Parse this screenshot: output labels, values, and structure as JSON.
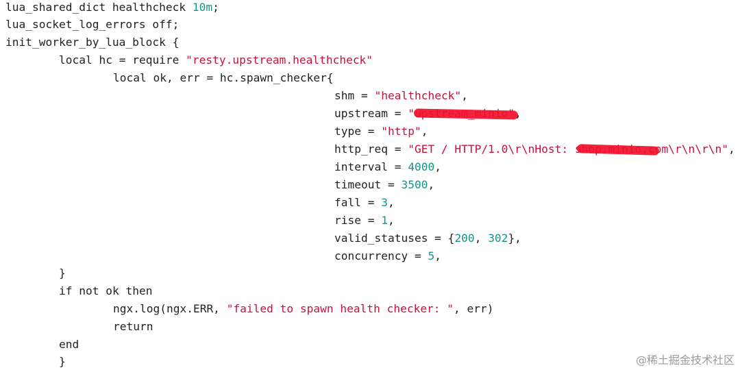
{
  "code": {
    "l1": {
      "a": "lua_shared_dict healthcheck ",
      "b": "10m",
      "c": ";"
    },
    "l2": {
      "a": "lua_socket_log_errors off;"
    },
    "l3": {
      "a": "init_worker_by_lua_block {"
    },
    "l4": {
      "a": "local hc = require ",
      "b": "\"resty.upstream.healthcheck\""
    },
    "l5": {
      "a": "local ok, err = hc.spawn_checker{"
    },
    "l6": {
      "a": "shm = ",
      "b": "\"healthcheck\"",
      "c": ","
    },
    "l7": {
      "a": "upstream = ",
      "b": "\"upstream_minio\"",
      "c": ","
    },
    "l8": {
      "a": "type = ",
      "b": "\"http\"",
      "c": ","
    },
    "l9": {
      "a": "http_req = ",
      "b": "\"GET / HTTP/1.0\\r\\nHost: shop.minio.com\\r\\n\\r\\n\"",
      "c": ","
    },
    "l10": {
      "a": "interval = ",
      "b": "4000",
      "c": ","
    },
    "l11": {
      "a": "timeout = ",
      "b": "3500",
      "c": ","
    },
    "l12": {
      "a": "fall = ",
      "b": "3",
      "c": ","
    },
    "l13": {
      "a": "rise = ",
      "b": "1",
      "c": ","
    },
    "l14": {
      "a": "valid_statuses = {",
      "b": "200",
      "c": ", ",
      "d": "302",
      "e": "},"
    },
    "l15": {
      "a": "concurrency = ",
      "b": "5",
      "c": ","
    },
    "l16": {
      "a": "}"
    },
    "l17": {
      "a": "if not ok then"
    },
    "l18": {
      "a": "ngx.log(ngx.ERR, ",
      "b": "\"failed to spawn health checker: \"",
      "c": ", err)"
    },
    "l19": {
      "a": "return"
    },
    "l20": {
      "a": "end"
    },
    "l21": {
      "a": "}"
    }
  },
  "watermark": "@稀土掘金技术社区",
  "colors": {
    "string": "#c8103a",
    "number": "#14938a",
    "text": "#222222",
    "redaction": "#f0102c"
  }
}
